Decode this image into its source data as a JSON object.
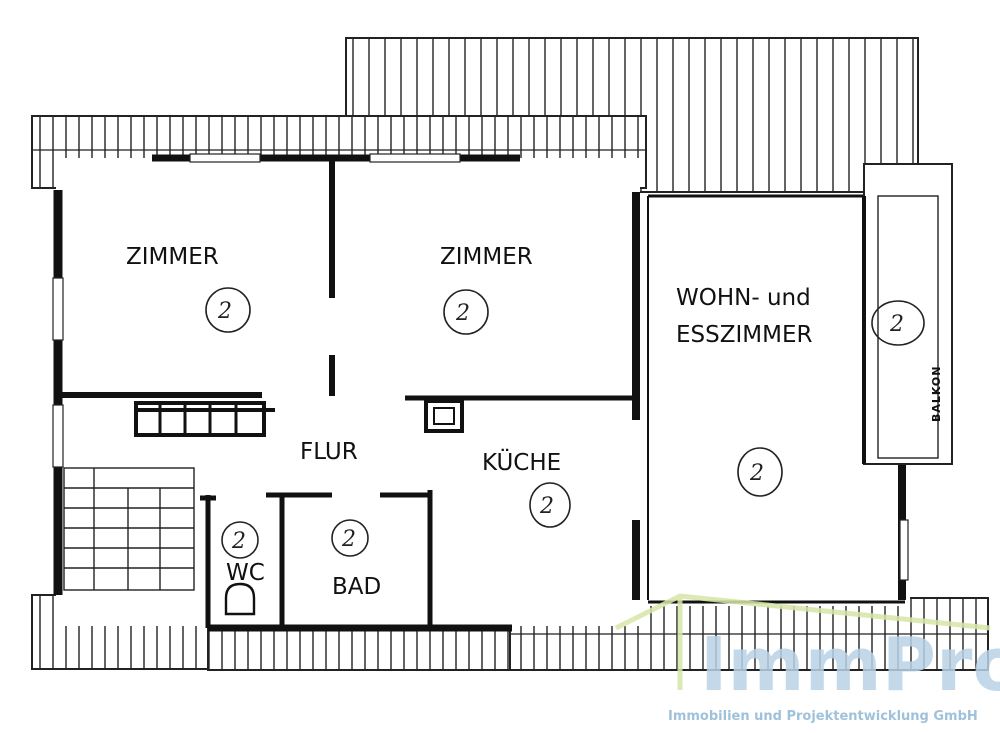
{
  "rooms": {
    "zimmer_left": "ZIMMER",
    "zimmer_right": "ZIMMER",
    "wohn_line1": "WOHN- und",
    "wohn_line2": "ESSZIMMER",
    "balkon": "BALKON",
    "flur": "FLUR",
    "kueche": "KÜCHE",
    "wc": "WC",
    "bad": "BAD"
  },
  "handwritten_mark": "2",
  "logo": {
    "name": "ImmPro",
    "tagline": "Immobilien und Projektentwicklung GmbH",
    "colors": {
      "text": "#b9d3e6",
      "roof": "#d7e6a8",
      "tagline": "#8fb7d4"
    }
  }
}
